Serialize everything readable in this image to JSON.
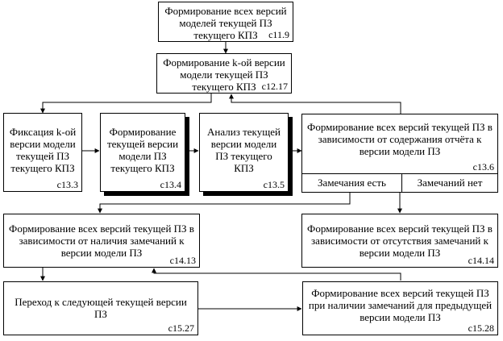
{
  "blocks": {
    "b11_9": {
      "lines": [
        "Формирование всех версий",
        "моделей текущей ПЗ",
        "текущего КПЗ"
      ],
      "code": "с11.9"
    },
    "b12_17": {
      "lines": [
        "Формирование k-ой версии",
        "модели текущей ПЗ",
        "текущего КПЗ"
      ],
      "code": "с12.17"
    },
    "b13_3": {
      "lines": [
        "Фиксация k-ой",
        "версии модели",
        "текущей ПЗ",
        "текущего КПЗ"
      ],
      "code": "с13.3"
    },
    "b13_4": {
      "lines": [
        "Формирование",
        "текущей версии",
        "модели ПЗ",
        "текущего КПЗ"
      ],
      "code": "с13.4"
    },
    "b13_5": {
      "lines": [
        "Анализ текущей",
        "версии модели",
        "ПЗ текущего",
        "КПЗ"
      ],
      "code": "с13.5"
    },
    "b13_6": {
      "lines": [
        "Формирование всех версий текущей ПЗ в",
        "зависимости от содержания отчёта к",
        "версии модели ПЗ"
      ],
      "code": "с13.6",
      "branch_yes": "Замечания есть",
      "branch_no": "Замечаний нет"
    },
    "b14_13": {
      "lines": [
        "Формирование всех версий текущей ПЗ в",
        "зависимости от наличия замечаний к",
        "версии модели ПЗ"
      ],
      "code": "с14.13"
    },
    "b14_14": {
      "lines": [
        "Формирование всех версий текущей ПЗ в",
        "зависимости от отсутствия замечаний к",
        "версии модели ПЗ"
      ],
      "code": "с14.14"
    },
    "b15_27": {
      "lines": [
        "Переход к следующей текущей версии",
        "ПЗ"
      ],
      "code": "с15.27"
    },
    "b15_28": {
      "lines": [
        "Формирование всех версий текущей ПЗ",
        "при наличии замечаний для предыдущей",
        "версии модели ПЗ"
      ],
      "code": "с15.28"
    }
  }
}
